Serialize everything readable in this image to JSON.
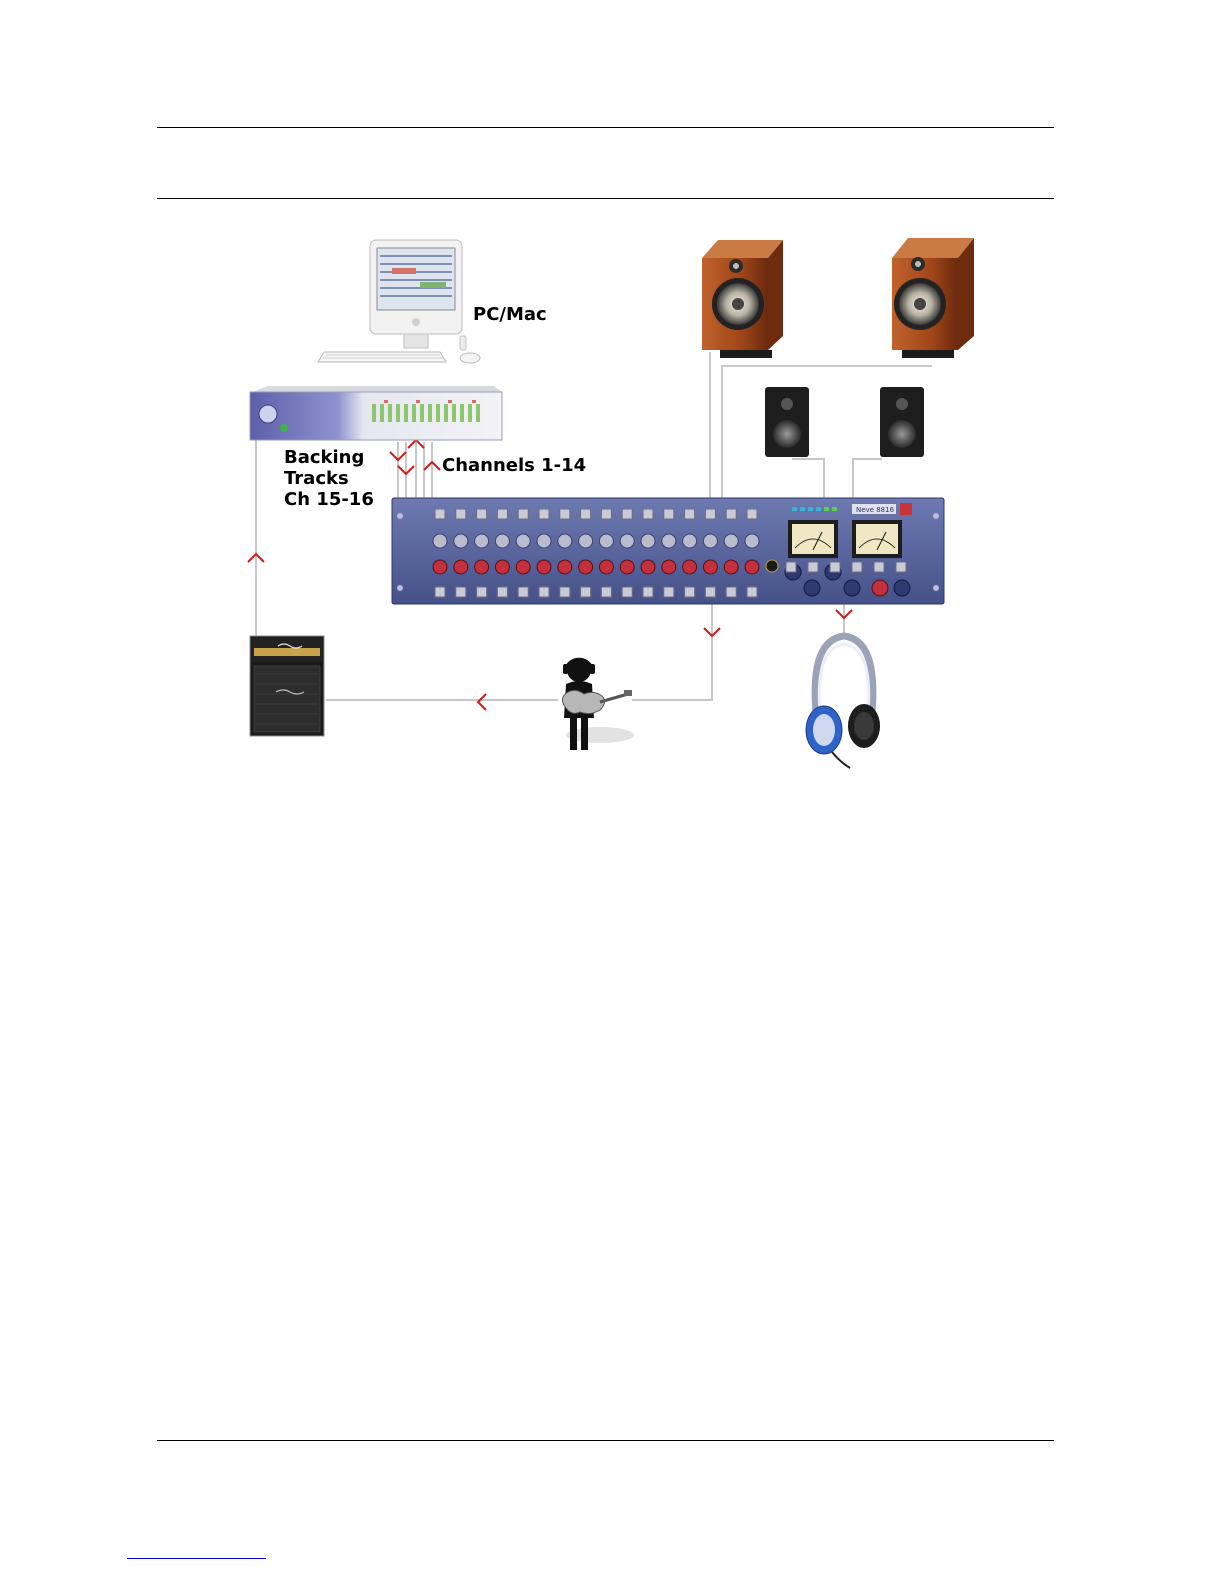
{
  "labels": {
    "pc_mac": "PC/Mac",
    "backing_tracks": [
      "Backing",
      "Tracks",
      "Ch 15-16"
    ],
    "channels": "Channels 1-14"
  },
  "mixer": {
    "channel_count": 16,
    "brand_text": "Neve 8816"
  },
  "colors": {
    "cable": "#c7c7c7",
    "arrow": "#d11a1a",
    "rack_blue": "#4f5c93",
    "speaker_wood": "#a5471c"
  }
}
